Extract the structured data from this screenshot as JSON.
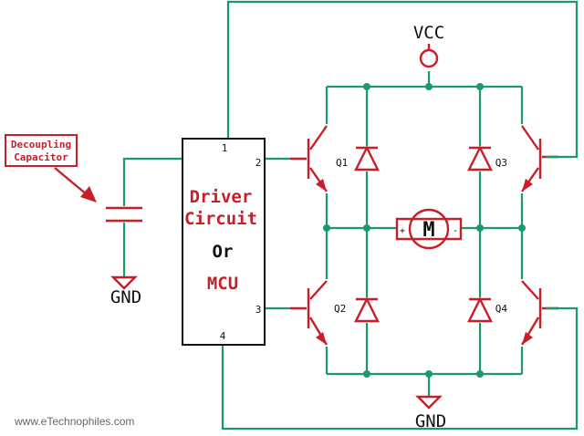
{
  "labels": {
    "vcc": "VCC",
    "gnd_left": "GND",
    "gnd_bottom": "GND",
    "decoupling_line1": "Decoupling",
    "decoupling_line2": "Capacitor",
    "driver_line1": "Driver",
    "driver_line2": "Circuit",
    "driver_line3": "Or",
    "driver_line4": "MCU",
    "pin1": "1",
    "pin2": "2",
    "pin3": "3",
    "pin4": "4",
    "q1": "Q1",
    "q2": "Q2",
    "q3": "Q3",
    "q4": "Q4",
    "motor": "M",
    "motor_plus": "+",
    "motor_minus": "-",
    "website": "www.eTechnophiles.com"
  },
  "colors": {
    "wire": "#1a9a6a",
    "component": "#c81e28",
    "outline": "#111111",
    "website_text": "#666666"
  }
}
